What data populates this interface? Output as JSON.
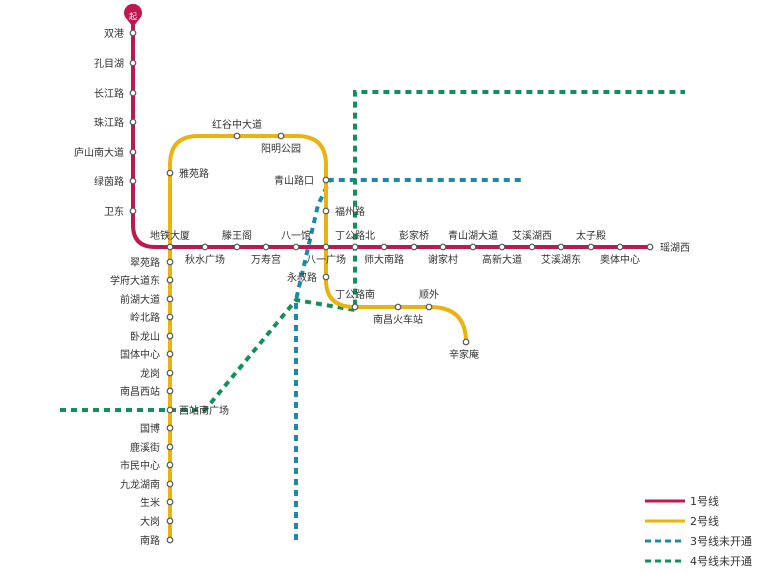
{
  "colors": {
    "line1": "#c0174d",
    "line2": "#eab312",
    "line3": "#1e88a8",
    "line4": "#13905a"
  },
  "start_marker": "起",
  "legend": {
    "line1": "1号线",
    "line2": "2号线",
    "line3": "3号线未开通",
    "line4": "4号线未开通"
  },
  "line1_stations": [
    "双港",
    "孔目湖",
    "长江路",
    "珠江路",
    "庐山南大道",
    "绿茵路",
    "卫东",
    "地铁大厦",
    "秋水广场",
    "滕王阁",
    "万寿宫",
    "八一馆",
    "八一广场",
    "丁公路北",
    "师大南路",
    "彭家桥",
    "谢家村",
    "青山湖大道",
    "高新大道",
    "艾溪湖西",
    "艾溪湖东",
    "太子殿",
    "奥体中心",
    "瑶湖西"
  ],
  "line2_stations": [
    "辛家庵",
    "南昌火车站",
    "顺外",
    "丁公路南",
    "永叔路",
    "福州路",
    "青山路口",
    "阳明公园",
    "红谷中大道",
    "雅苑路",
    "翠苑路",
    "学府大道东",
    "前湖大道",
    "岭北路",
    "卧龙山",
    "国体中心",
    "龙岗",
    "南昌西站",
    "西站南广场",
    "国博",
    "鹿溪街",
    "市民中心",
    "九龙湖南",
    "生米",
    "大岗",
    "南路"
  ]
}
